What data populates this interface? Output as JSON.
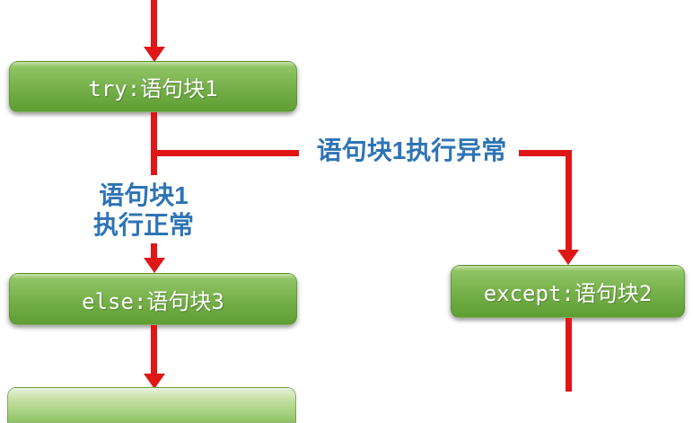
{
  "colors": {
    "line_red": "#e01617",
    "label_blue": "#2e74b5",
    "node_text": "#ffffff",
    "node_green_top": "#8fc464",
    "node_green_bottom": "#5f9e33"
  },
  "nodes": {
    "try": {
      "label": "try:语句块1"
    },
    "else": {
      "label": "else:语句块3"
    },
    "except": {
      "label": "except:语句块2"
    },
    "bottom": {
      "label": ""
    }
  },
  "edge_labels": {
    "exception_path": "语句块1执行异常",
    "normal_path_line1": "语句块1",
    "normal_path_line2": "执行正常"
  }
}
